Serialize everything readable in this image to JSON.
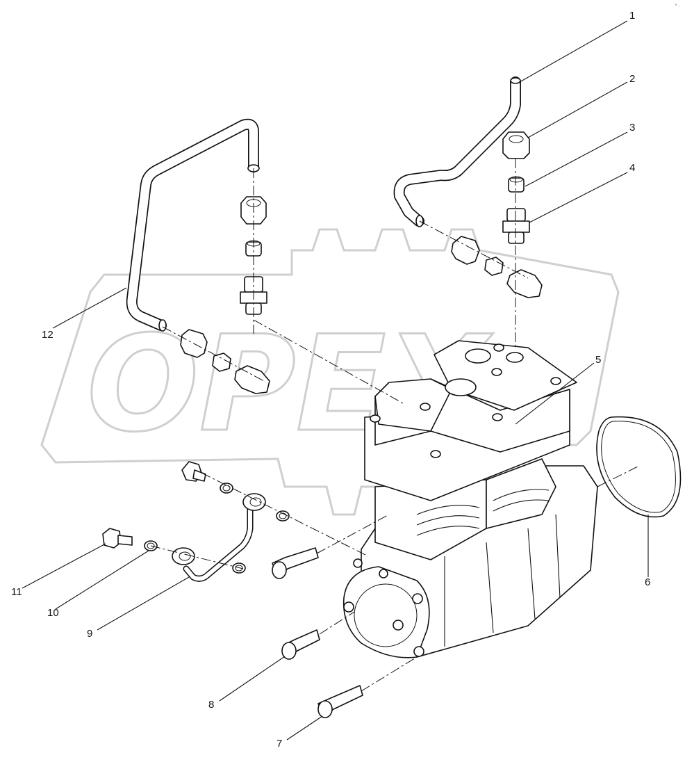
{
  "watermark": {
    "text": "OPEX"
  },
  "corner_mark": "• ..",
  "callouts": [
    {
      "id": "1",
      "label": "1"
    },
    {
      "id": "2",
      "label": "2"
    },
    {
      "id": "3",
      "label": "3"
    },
    {
      "id": "4",
      "label": "4"
    },
    {
      "id": "5",
      "label": "5"
    },
    {
      "id": "6",
      "label": "6"
    },
    {
      "id": "7",
      "label": "7"
    },
    {
      "id": "8",
      "label": "8"
    },
    {
      "id": "9",
      "label": "9"
    },
    {
      "id": "10",
      "label": "10"
    },
    {
      "id": "11",
      "label": "11"
    },
    {
      "id": "12",
      "label": "12"
    }
  ],
  "colors": {
    "line": "#111111",
    "watermark": "#cfcfcf",
    "background": "#ffffff"
  }
}
